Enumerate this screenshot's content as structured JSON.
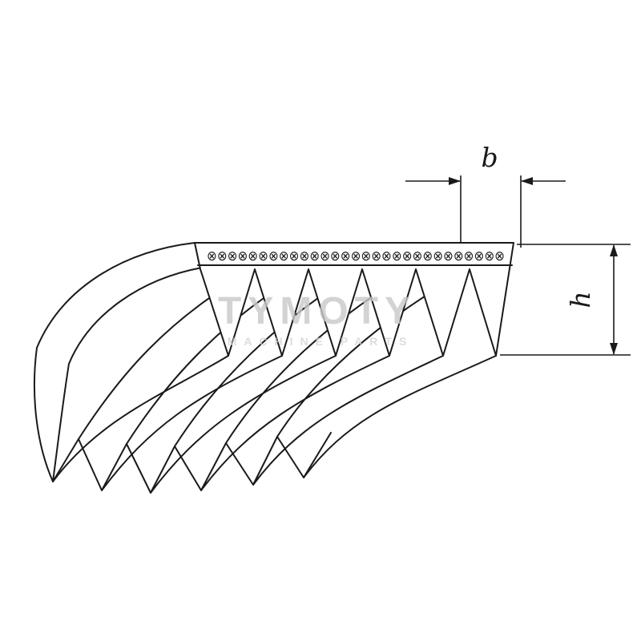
{
  "page": {
    "background": "#ffffff"
  },
  "diagram": {
    "type": "poly-v-belt technical drawing",
    "dimension_labels": {
      "b": "b",
      "h": "h"
    },
    "hatch_row": "⊗⊗⊗⊗⊗⊗⊗⊗⊗⊗⊗⊗⊗⊗⊗⊗⊗⊗⊗⊗⊗⊗⊗⊗⊗⊗⊗⊗⊗",
    "watermark": {
      "line1": "TYMOTY",
      "line2": "MACHINE PARTS"
    },
    "colors": {
      "line": "#1a1a1a",
      "watermark_primary": "#c9c9c9",
      "watermark_secondary": "#d4d4d4"
    }
  }
}
